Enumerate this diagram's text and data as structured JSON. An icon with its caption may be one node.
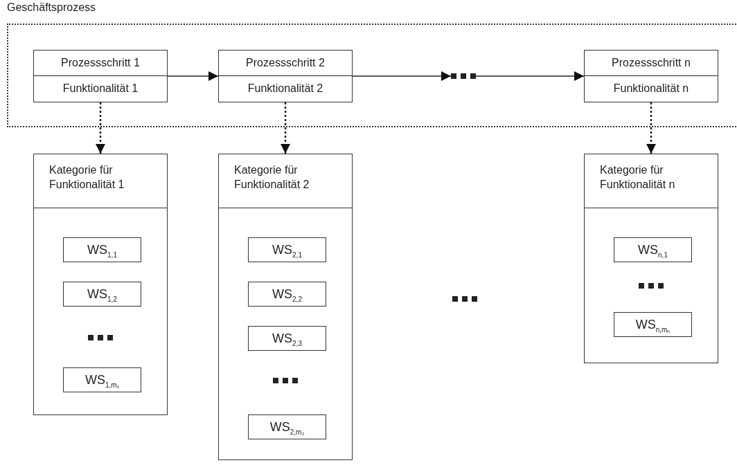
{
  "diagram": {
    "nodes": [
      {
        "text": [
          "Geschäftsprozess"
        ]
      },
      {
        "text": [
          "Prozessschritt 1",
          "Funktionalität 1"
        ],
        "in": 0
      },
      {
        "text": [
          "Prozessschritt 2",
          "Funktionalität 2"
        ],
        "in": 0
      },
      {
        "text": [],
        "shape": "dots",
        "in": 0
      },
      {
        "text": [
          "Prozessschritt n",
          "Funktionalität n"
        ],
        "in": 0
      },
      {
        "text": [
          "Kategorie für Funktionalität 1"
        ]
      },
      {
        "text": [
          "WS$_{1,1}$"
        ],
        "in": 5
      },
      {
        "text": [
          "WS$_{1,2}$"
        ],
        "in": 5
      },
      {
        "text": [
          "WS$_{1,m₁}$"
        ],
        "in": 5
      },
      {
        "text": [
          "Kategorie für Funktionalität 2"
        ]
      },
      {
        "text": [
          "WS$_{2,1}$"
        ],
        "in": 9
      },
      {
        "text": [
          "WS$_{2,2}$"
        ],
        "in": 9
      },
      {
        "text": [
          "WS$_{2,3}$"
        ],
        "in": 9
      },
      {
        "text": [
          "WS$_{2,m₂}$"
        ],
        "in": 9
      },
      {
        "text": [
          "Kategorie für Funktionalität n"
        ]
      },
      {
        "text": [
          "WS$_{n,1}$"
        ],
        "in": 14
      },
      {
        "text": [
          "WS$_{n,mₙ}$"
        ],
        "in": 14
      }
    ],
    "edges": [
      {
        "from": 1,
        "to": 2,
        "arrow": "to"
      },
      {
        "from": 2,
        "to": 3,
        "arrow": "to"
      },
      {
        "from": 3,
        "to": 4,
        "arrow": "to"
      },
      {
        "from": 1,
        "to": 5,
        "arrow": "to",
        "style": "dashed"
      },
      {
        "from": 2,
        "to": 9,
        "arrow": "to",
        "style": "dashed"
      },
      {
        "from": 4,
        "to": 14,
        "arrow": "to",
        "style": "dashed"
      }
    ]
  }
}
